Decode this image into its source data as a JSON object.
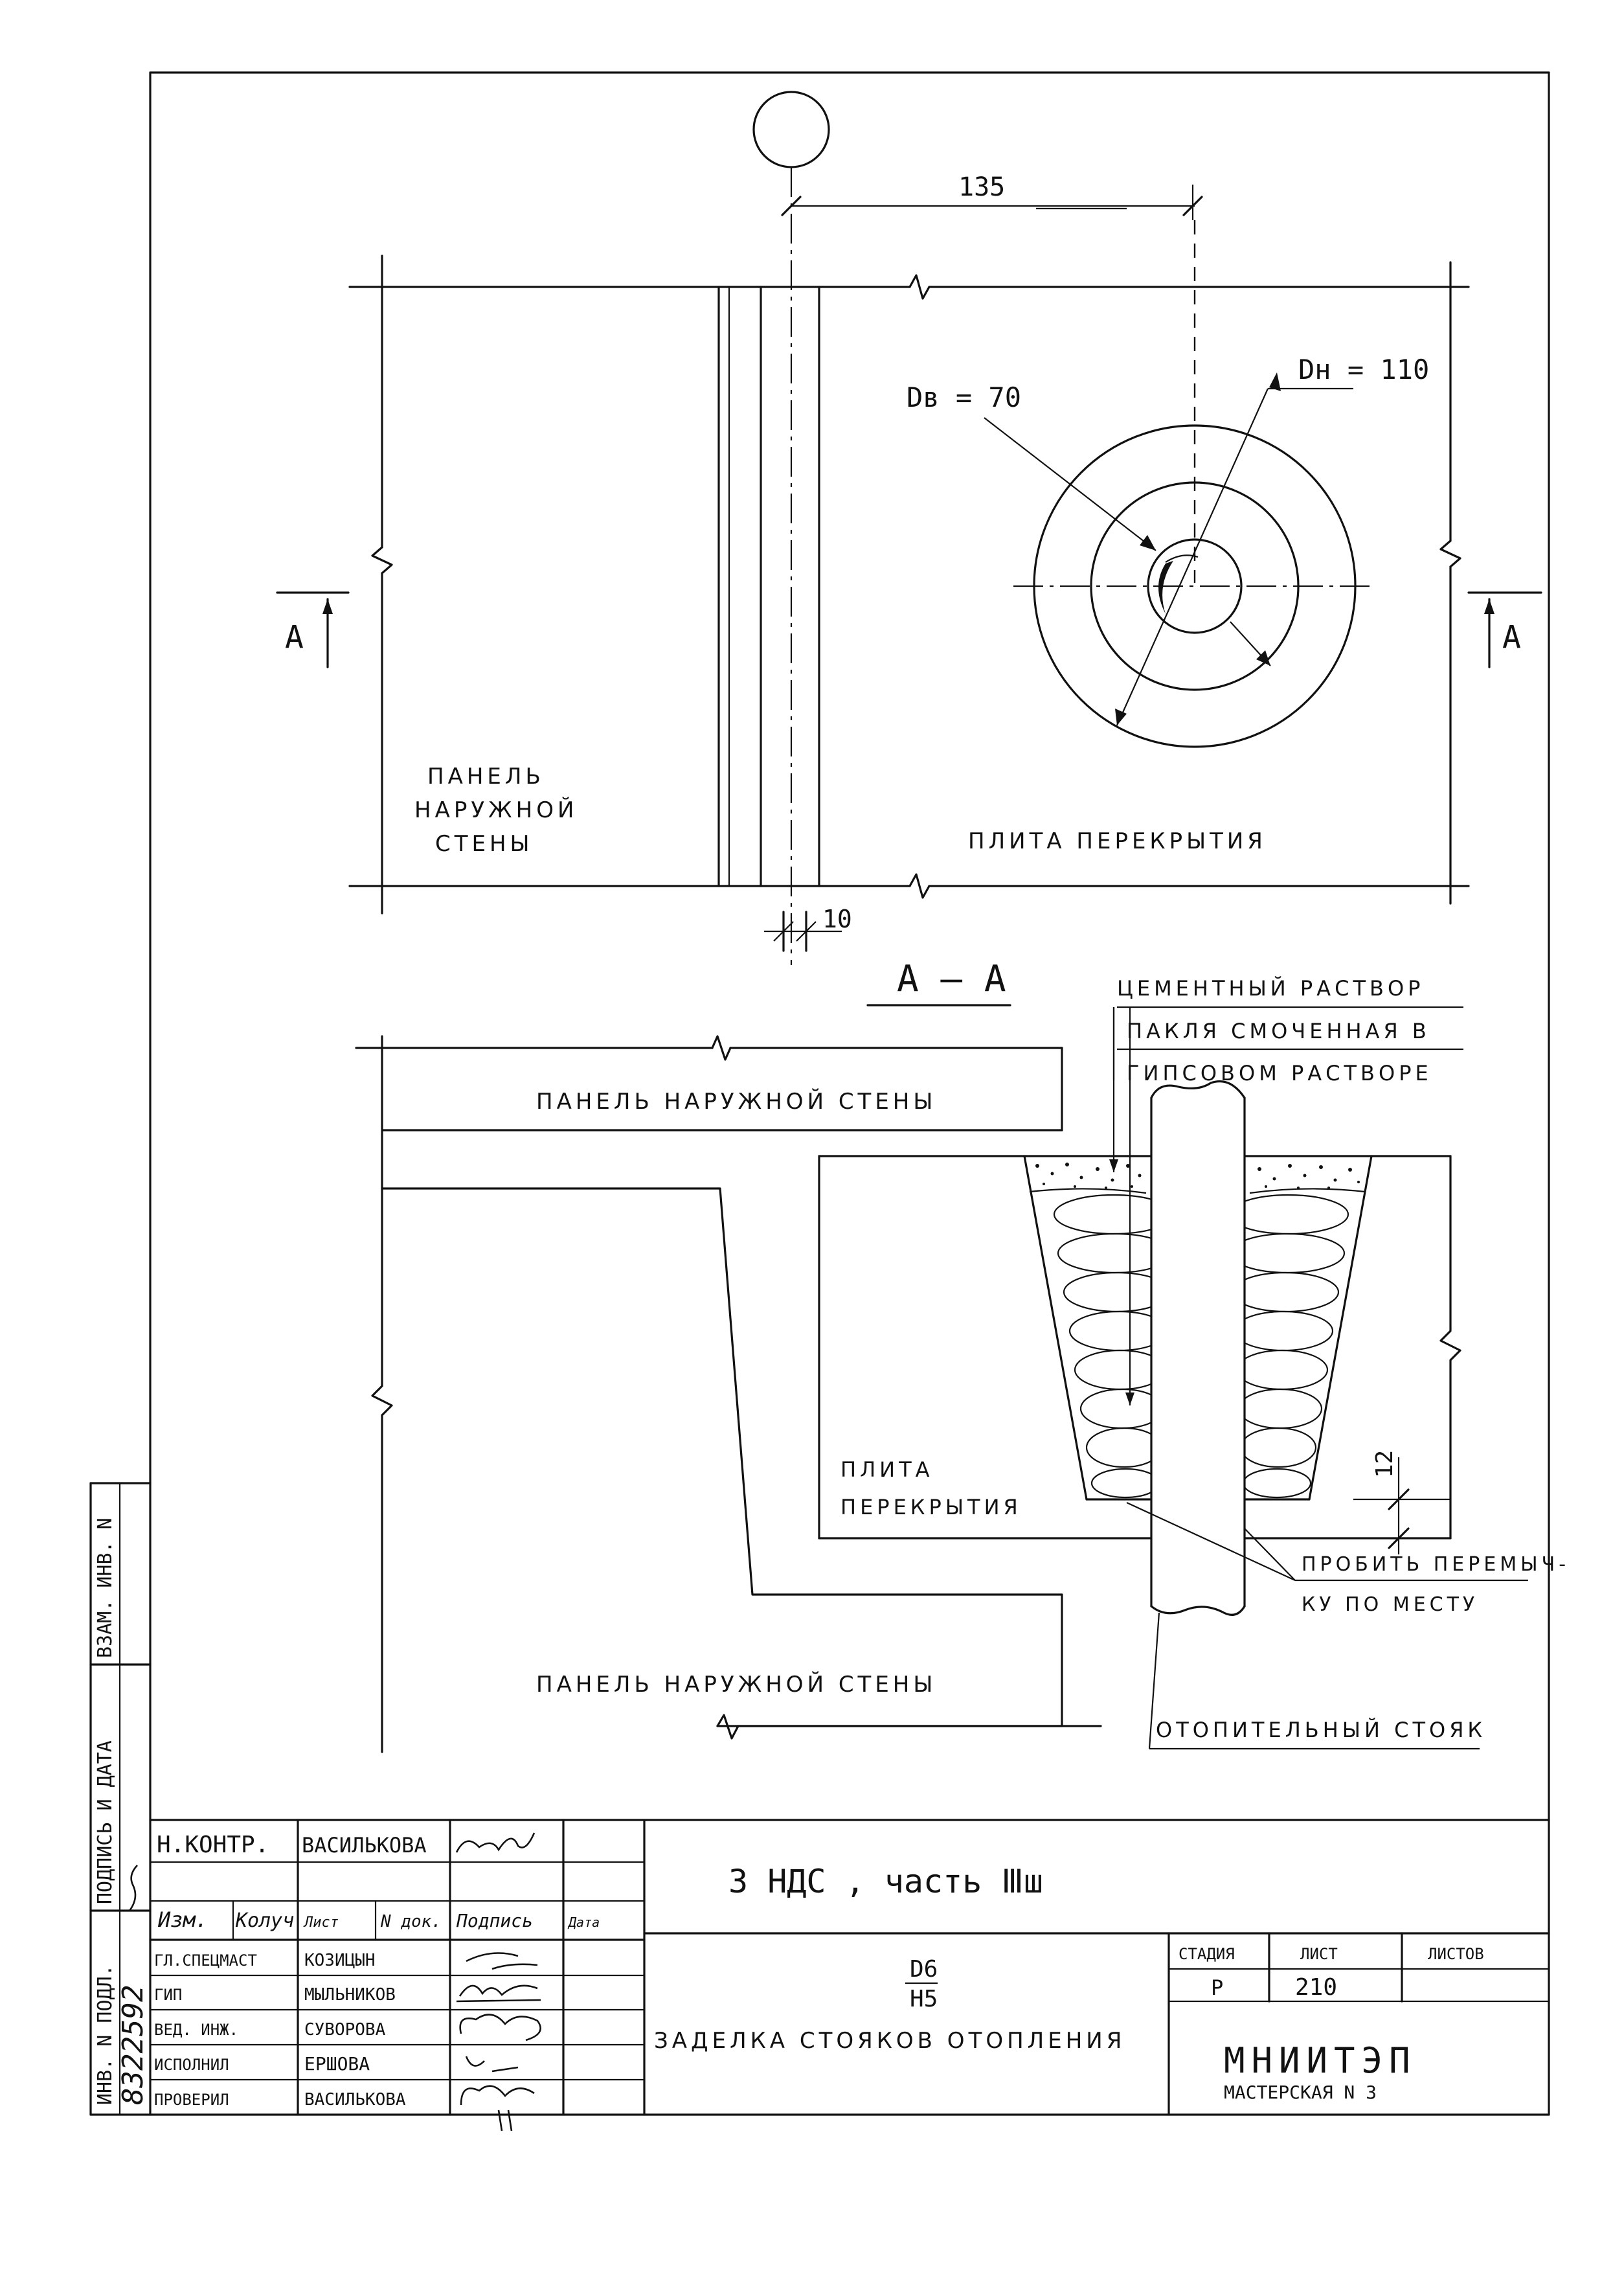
{
  "drawing": {
    "dim_135": "135",
    "dim_10": "10",
    "dim_12": "12",
    "db_label": "Dв = 70",
    "dh_label": "Dн = 110",
    "section_mark_left": "A",
    "section_mark_right": "A",
    "section_title": "А – А",
    "plan_wall_label": [
      "ПАНЕЛЬ",
      "НАРУЖНОЙ",
      "СТЕНЫ"
    ],
    "plan_slab_label": "ПЛИТА ПЕРЕКРЫТИЯ",
    "section_wall_top_label": "ПАНЕЛЬ НАРУЖНОЙ СТЕНЫ",
    "section_wall_bottom_label": "ПАНЕЛЬ НАРУЖНОЙ СТЕНЫ",
    "section_slab_label": [
      "ПЛИТА",
      "ПЕРЕКРЫТИЯ"
    ],
    "callout_cement": "ЦЕМЕНТНЫЙ РАСТВОР",
    "callout_tow": [
      "ПАКЛЯ СМОЧЕННАЯ В",
      "ГИПСОВОМ РАСТВОРЕ"
    ],
    "callout_punch": [
      "ПРОБИТЬ ПЕРЕМЫЧ-",
      "КУ ПО МЕСТУ"
    ],
    "callout_riser": "ОТОПИТЕЛЬНЫЙ СТОЯК"
  },
  "margin_stamp": {
    "vzam_inv": "ВЗАМ. ИНВ. N",
    "podpis_data": "ПОДПИСЬ И ДАТА",
    "inv_podl": "ИНВ. N ПОДЛ.",
    "inv_number": "8322592"
  },
  "title_block": {
    "rows": [
      {
        "role": "Н.КОНТР.",
        "name": "ВАСИЛЬКОВА"
      },
      {
        "role": "",
        "name": ""
      },
      {
        "role": "ГЛ.СПЕЦМАСТ",
        "name": "КОЗИЦЫН"
      },
      {
        "role": "ГИП",
        "name": "МЫЛЬНИКОВ"
      },
      {
        "role": "ВЕД. ИНЖ.",
        "name": "СУВОРОВА"
      },
      {
        "role": "ИСПОЛНИЛ",
        "name": "ЕРШОВА"
      },
      {
        "role": "ПРОВЕРИЛ",
        "name": "ВАСИЛЬКОВА"
      }
    ],
    "header": {
      "izm": "Изм.",
      "kol": "Колуч",
      "list": "Лист",
      "ndok": "N док.",
      "podpis": "Подпись",
      "data": "Дата"
    },
    "project": "3 НДС , часть Ⅲш",
    "code_top": "D6",
    "code_bottom": "H5",
    "sheet_title": "ЗАДЕЛКА СТОЯКОВ ОТОПЛЕНИЯ",
    "stage_header": "СТАДИЯ",
    "list_header": "ЛИСТ",
    "listov_header": "ЛИСТОВ",
    "stage": "Р",
    "list": "210",
    "listov": "",
    "org": "МНИИТЭП",
    "workshop": "МАСТЕРСКАЯ N 3"
  }
}
